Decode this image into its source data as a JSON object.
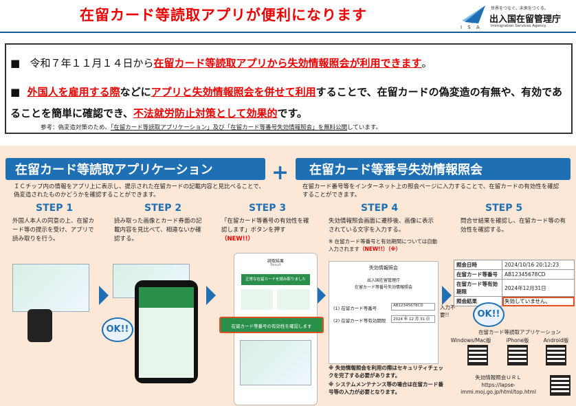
{
  "title": "在留カード等読取アプリが便利になります",
  "agency": {
    "tagline": "世界をつなぐ、未来をつくる。",
    "name": "出入国在留管理庁",
    "english": "Immigration Services Agency",
    "letters": "I S A"
  },
  "bullet1": {
    "prefix": "令和７年１１月１４日から",
    "highlight": "在留カード等読取アプリから失効情報照会が利用できます",
    "suffix": "。"
  },
  "bullet2": {
    "h1": "外国人を雇用する際",
    "t1": "などに",
    "h2": "アプリと失効情報照会を併せて利用",
    "t2": "することで、在留カードの偽変造の有無や、有効であることを簡単に確認でき、",
    "h3": "不法就労防止対策として効果的",
    "t3": "です。"
  },
  "reference": {
    "prefix": "参考：偽変造対策のため、",
    "link": "「在留カード等読取アプリケーション」及び「在留カード等番号失効情報照会」を無料公開",
    "suffix": "しています。"
  },
  "left_header": "在留カード等読取アプリケーション",
  "right_header": "在留カード等番号失効情報照会",
  "plus": "+",
  "left_desc": "ＩＣチップ内の情報をアプリ上に表示し、提示された在留カードの記載内容と見比べることで、偽変造されたものかどうかを確認することができます。",
  "right_desc": "在留カード番号等をインターネット上の照会ページに入力することで、在留カードの有効性を確認することができます。",
  "steps": [
    {
      "label": "STEP 1",
      "text": "外国人本人の同意の上、在留カード等の提示を受け、アプリで読み取りを行う。"
    },
    {
      "label": "STEP 2",
      "text": "読み取った画像とカード券面の記載内容を見比べて、相違ないか確認する。"
    },
    {
      "label": "STEP 3",
      "text": "「在留カード等番号の有効性を確認します」ボタンを押す",
      "new": "（NEW!!）"
    },
    {
      "label": "STEP 4",
      "text": "失効情報照会画面に遷移後、画像に表示されている文字を入力する。",
      "note": "※ 在留カード等番号と有効期間については自動入力されます",
      "new": "（NEW!!）（※）"
    },
    {
      "label": "STEP 5",
      "text": "問合せ結果を確認し、在留カード等の有効性を確認する。"
    }
  ],
  "ok": "OK!!",
  "phone": {
    "title": "読取結果",
    "sub": "Result",
    "banner": "正常な在留カードを読み取りました",
    "button": "在留カード等番号の有効性を確認します"
  },
  "form": {
    "title": "失効情報照会",
    "org": "出入国在留管理庁",
    "heading": "在留カード等番号失効情報照会",
    "f1_label": "(1) 在留カード等番号",
    "f1_value": "AB12345678CD",
    "f2_label": "(2) 在留カード等有効期限",
    "f2_value": "2024 年 12 月 31 日",
    "note": "入力不要!!"
  },
  "result_table": [
    {
      "k": "照会日時",
      "v": "2024/10/16 20:12:23"
    },
    {
      "k": "在留カード等番号",
      "v": "AB12345678CD"
    },
    {
      "k": "在留カード等有効期限",
      "v": "2024年12月31日"
    },
    {
      "k": "照会結果",
      "v": "失効していません。"
    }
  ],
  "notes": [
    "※ 失効情報照会を利用の際はセキュリティチェックを完了する必要があります。",
    "※ システムメンテナンス等の場合は在留カード番号等の入力が必要となります。"
  ],
  "app_label": "在留カード等読取アプリケーション",
  "platforms": [
    "Windows/Mac版",
    "iPhone版",
    "Android版"
  ],
  "url_label": "失効情報照会ＵＲＬ",
  "url": "https://lapse-immi.moj.go.jp/html/top.html"
}
